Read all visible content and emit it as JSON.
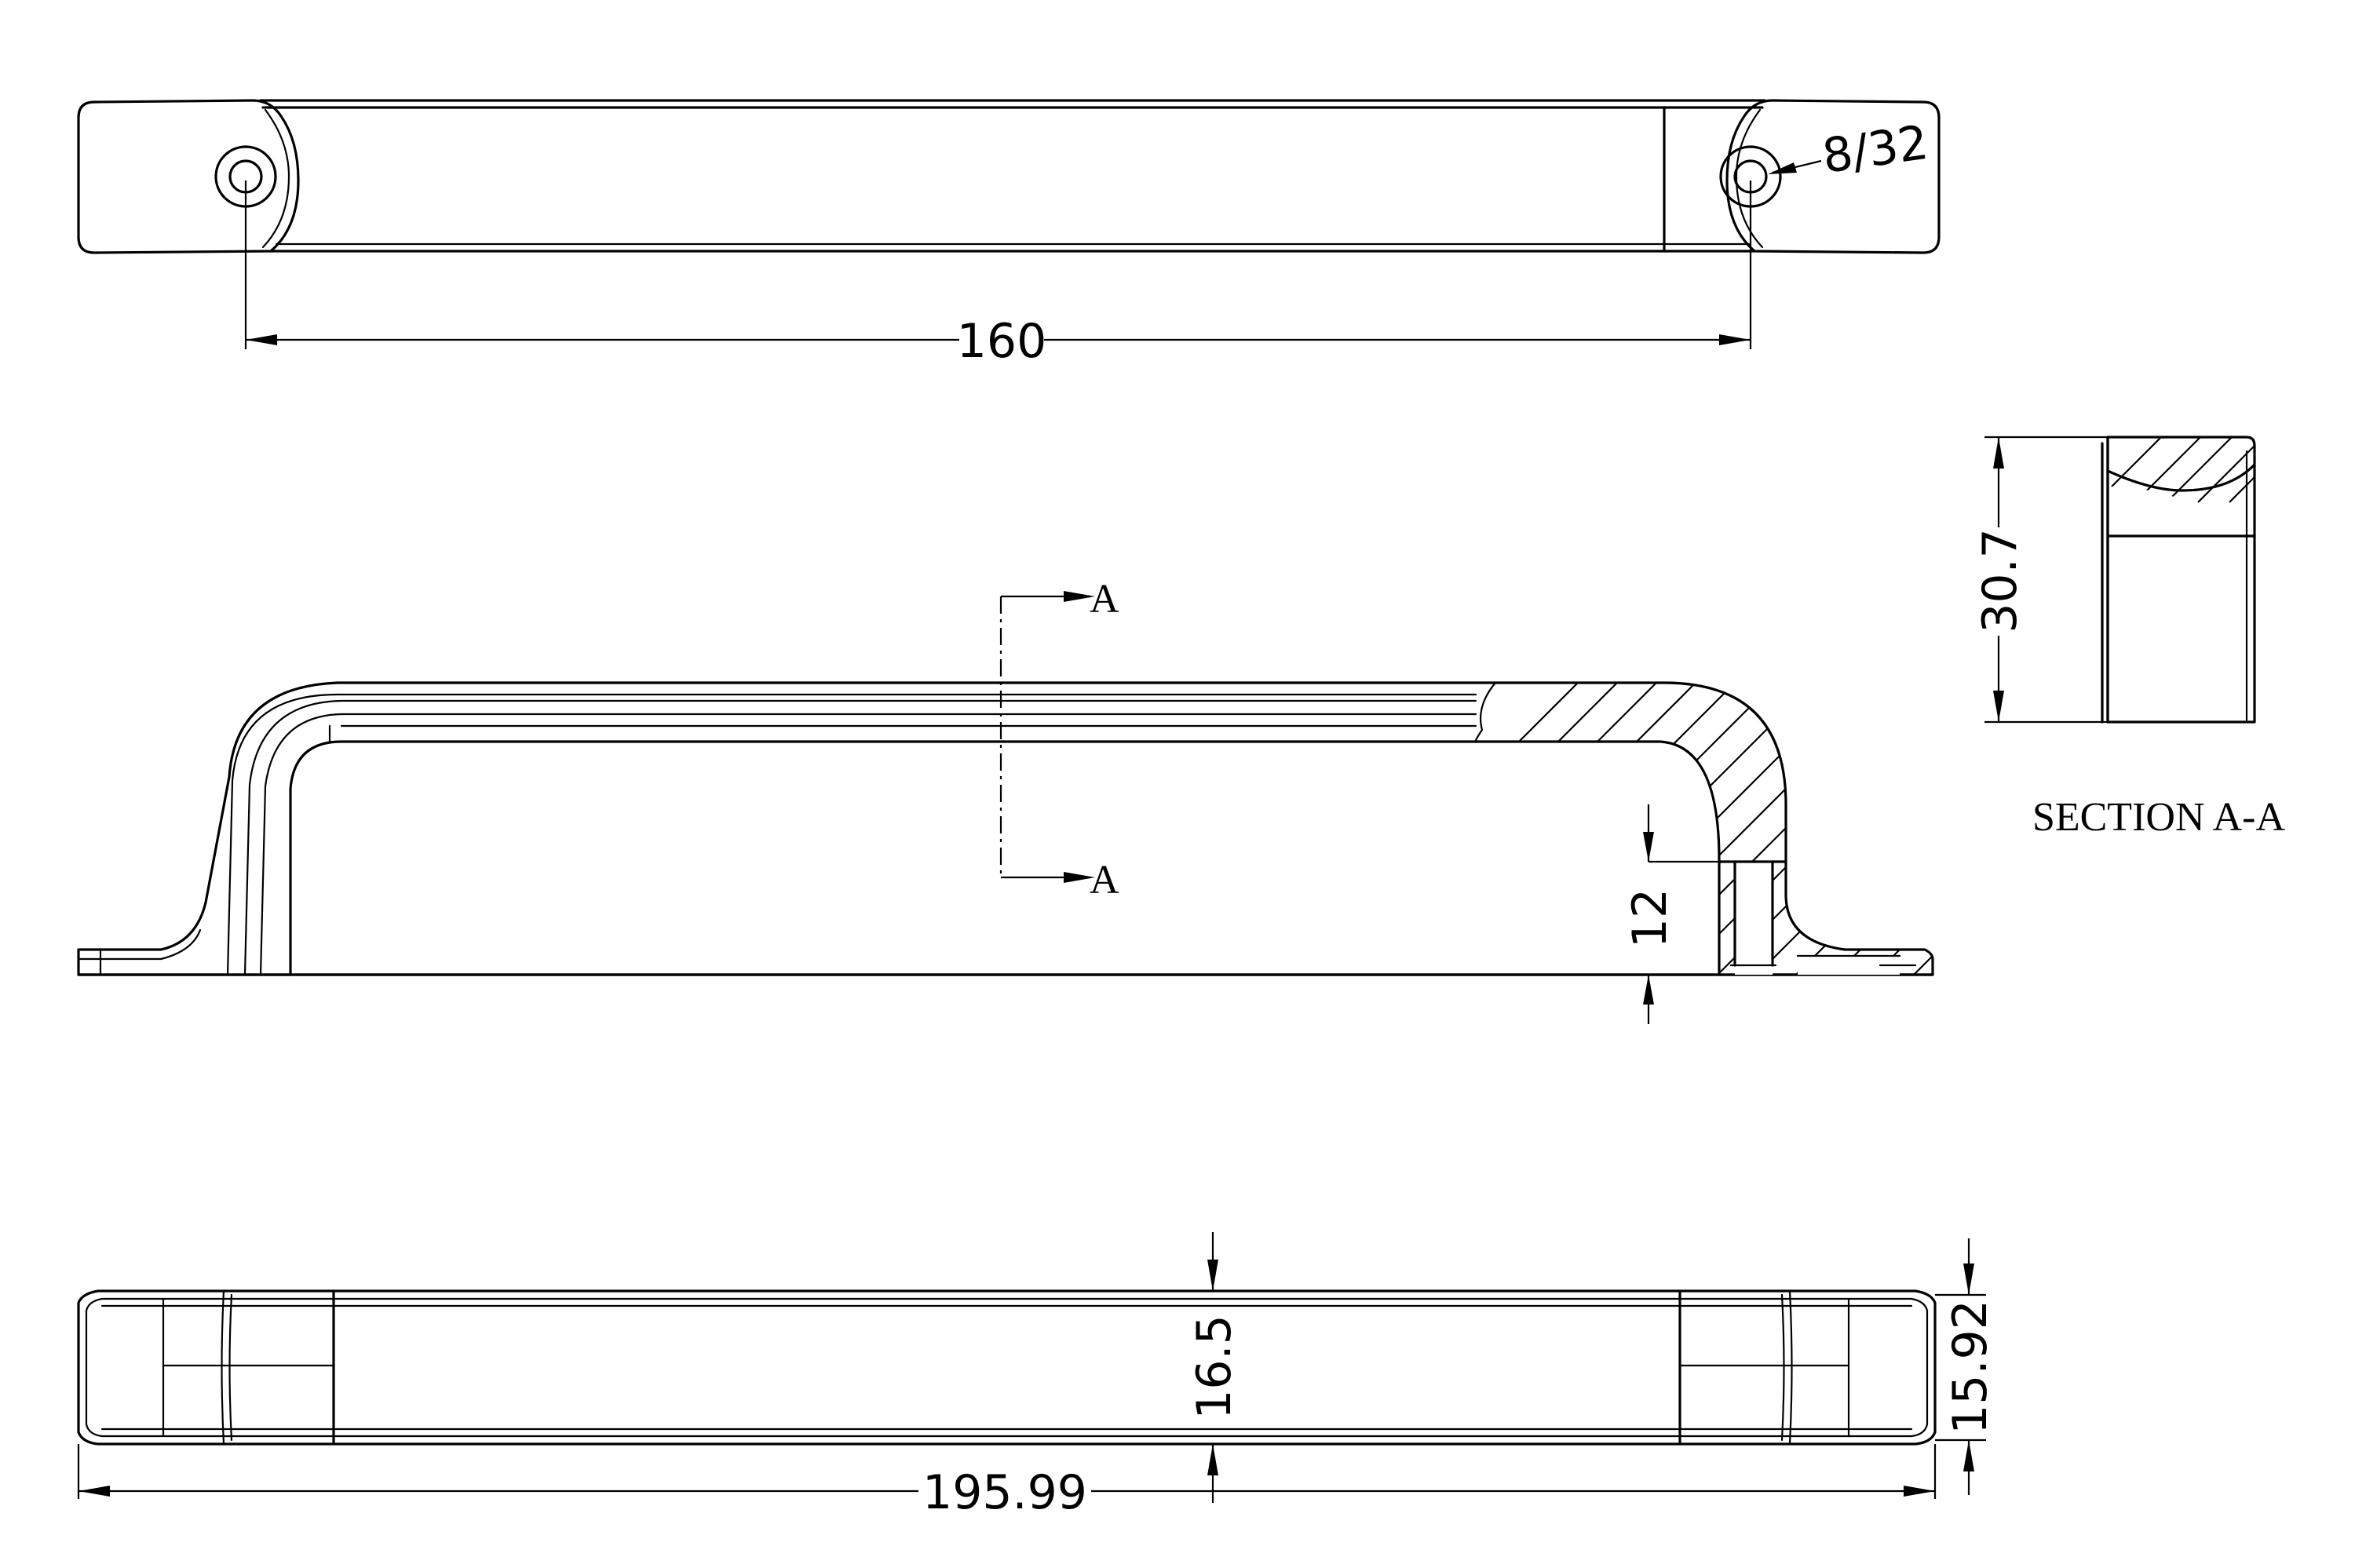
{
  "dimensions": {
    "hole_spacing": "160",
    "screw_spec": "8/32",
    "overall_length": "195.99",
    "foot_height": "12",
    "handle_height": "30.7",
    "grip_width": "16.5",
    "base_width": "15.92"
  },
  "section": {
    "marker": "A",
    "title": "SECTION A-A"
  },
  "colors": {
    "line": "#000000",
    "background": "#ffffff"
  }
}
